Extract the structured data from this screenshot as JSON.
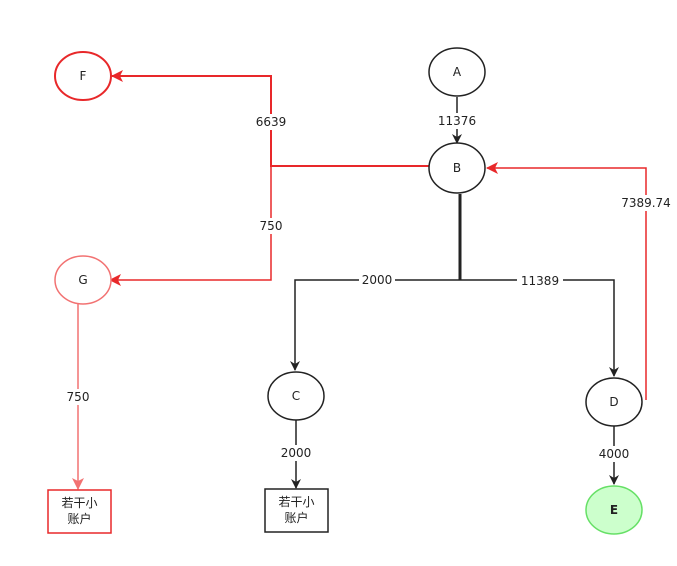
{
  "colors": {
    "dark": "#222222",
    "red": "#e8282a",
    "light_red": "#f27272",
    "green_fill": "#ccffcc",
    "green_stroke": "#66e066",
    "white": "#ffffff"
  },
  "nodes": {
    "A": {
      "label": "A"
    },
    "B": {
      "label": "B"
    },
    "C": {
      "label": "C"
    },
    "D": {
      "label": "D"
    },
    "E": {
      "label": "E"
    },
    "F": {
      "label": "F"
    },
    "G": {
      "label": "G"
    }
  },
  "boxes": {
    "left": {
      "line1": "若干小",
      "line2": "账户"
    },
    "mid": {
      "line1": "若干小",
      "line2": "账户"
    }
  },
  "edges": {
    "a_b": "11376",
    "b_f": "6639",
    "b_g": "750",
    "b_c": "2000",
    "b_d": "11389",
    "d_b": "7389.74",
    "g_box": "750",
    "c_box": "2000",
    "d_e": "4000"
  }
}
